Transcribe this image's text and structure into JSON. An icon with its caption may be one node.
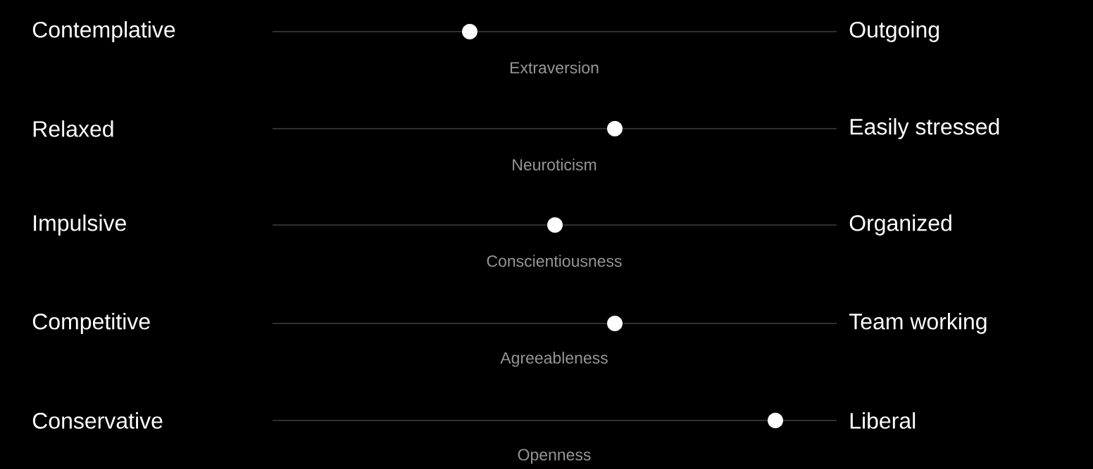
{
  "diagram": {
    "labels": [
      "Contemplative",
      "Outgoing",
      "Extraversion",
      "Relaxed",
      "Easily stressed",
      "Neuroticism",
      "Impulsive",
      "Organized",
      "Conscientiousness",
      "Competitive",
      "Team working",
      "Agreeableness",
      "Conservative",
      "Liberal",
      "Openness"
    ]
  }
}
